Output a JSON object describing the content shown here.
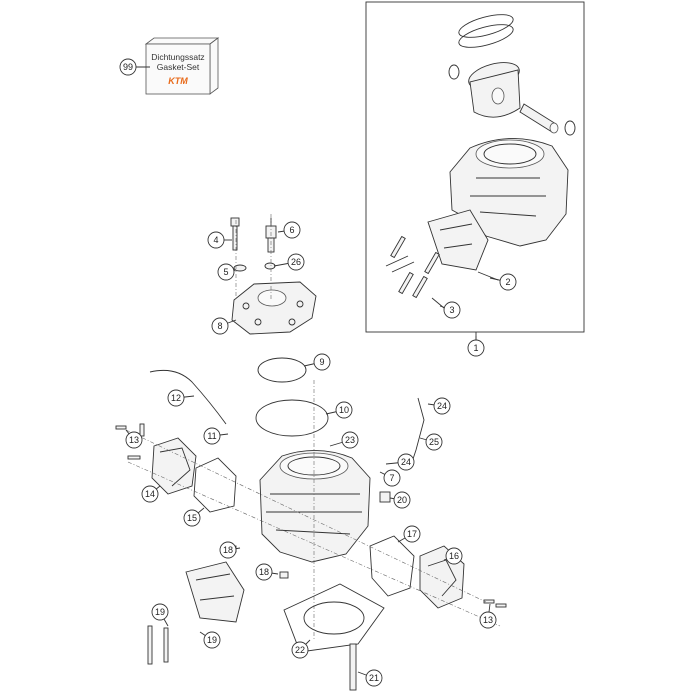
{
  "kit_box": {
    "line1": "Dichtungssatz",
    "line2": "Gasket-Set",
    "logo": "KTM"
  },
  "callouts": [
    {
      "id": "c99",
      "label": "99"
    },
    {
      "id": "c1",
      "label": "1"
    },
    {
      "id": "c2",
      "label": "2"
    },
    {
      "id": "c3",
      "label": "3"
    },
    {
      "id": "c4",
      "label": "4"
    },
    {
      "id": "c5",
      "label": "5"
    },
    {
      "id": "c6",
      "label": "6"
    },
    {
      "id": "c26",
      "label": "26"
    },
    {
      "id": "c8",
      "label": "8"
    },
    {
      "id": "c9",
      "label": "9"
    },
    {
      "id": "c10",
      "label": "10"
    },
    {
      "id": "c12",
      "label": "12"
    },
    {
      "id": "c11",
      "label": "11"
    },
    {
      "id": "c13a",
      "label": "13"
    },
    {
      "id": "c14",
      "label": "14"
    },
    {
      "id": "c15",
      "label": "15"
    },
    {
      "id": "c23",
      "label": "23"
    },
    {
      "id": "c24a",
      "label": "24"
    },
    {
      "id": "c25",
      "label": "25"
    },
    {
      "id": "c24b",
      "label": "24"
    },
    {
      "id": "c7",
      "label": "7"
    },
    {
      "id": "c20",
      "label": "20"
    },
    {
      "id": "c17",
      "label": "17"
    },
    {
      "id": "c16",
      "label": "16"
    },
    {
      "id": "c18a",
      "label": "18"
    },
    {
      "id": "c18b",
      "label": "18"
    },
    {
      "id": "c19a",
      "label": "19"
    },
    {
      "id": "c19b",
      "label": "19"
    },
    {
      "id": "c13b",
      "label": "13"
    },
    {
      "id": "c22",
      "label": "22"
    },
    {
      "id": "c21",
      "label": "21"
    }
  ]
}
